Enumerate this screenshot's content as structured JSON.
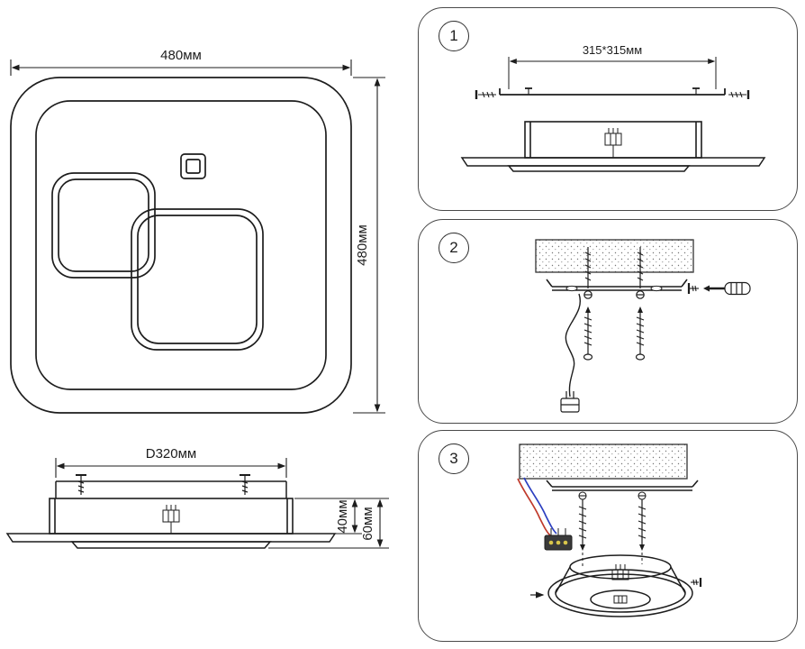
{
  "labels": {
    "top_width": "480мм",
    "top_height": "480мм",
    "side_diameter": "D320мм",
    "side_h40": "40мм",
    "side_h60": "60мм",
    "bracket_size": "315*315мм"
  },
  "steps": [
    {
      "number": "1"
    },
    {
      "number": "2"
    },
    {
      "number": "3"
    }
  ],
  "colors": {
    "line": "#1d1d1d",
    "panel_border": "#4a4a4a",
    "wire_red": "#c03a2b",
    "wire_blue": "#2c3fc0",
    "terminal_block": "#3a3a3a",
    "terminal_screws": "#d9c64a"
  }
}
